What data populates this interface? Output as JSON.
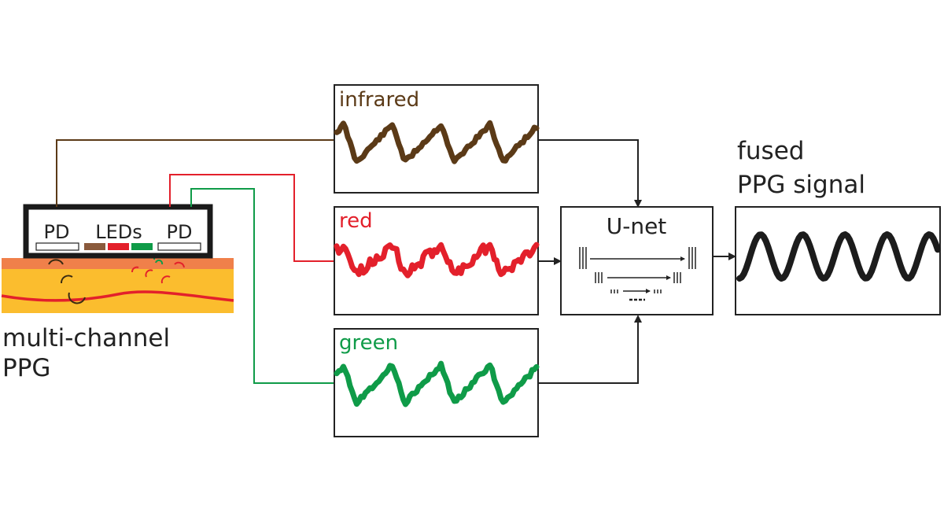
{
  "sensor": {
    "pd_left": "PD",
    "leds": "LEDs",
    "pd_right": "PD",
    "caption_line1": "multi-channel",
    "caption_line2": "PPG"
  },
  "channels": [
    {
      "label": "infrared",
      "color": "#5b3a17"
    },
    {
      "label": "red",
      "color": "#e3202b"
    },
    {
      "label": "green",
      "color": "#0f9b48"
    }
  ],
  "model": {
    "label": "U-net"
  },
  "output": {
    "line1": "fused",
    "line2": "PPG signal"
  },
  "colors": {
    "infrared": "#5b3a17",
    "red": "#e3202b",
    "green": "#0f9b48",
    "skin_top": "#f0804a",
    "tissue": "#fbbd2e",
    "vessel": "#e3202b",
    "frame": "#222222"
  },
  "icons": [
    "arrow-icon",
    "led-icon",
    "photodiode-icon"
  ]
}
